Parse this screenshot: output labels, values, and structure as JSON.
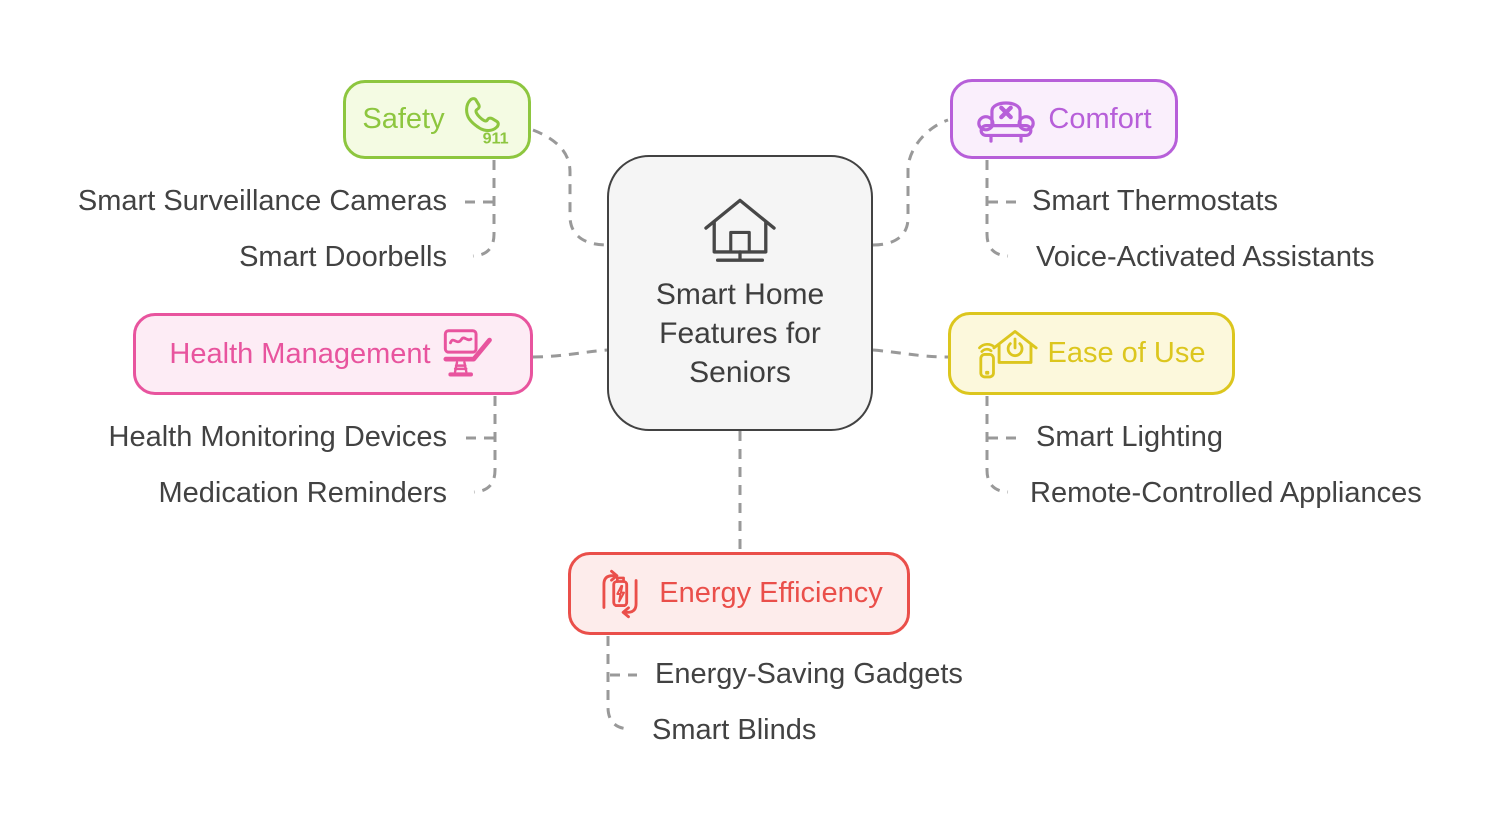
{
  "center": {
    "label": "Smart Home Features for Seniors",
    "icon": "smart-home-network-icon"
  },
  "branches": [
    {
      "label": "Safety",
      "icon": "phone-911-icon",
      "icon_label": "911",
      "accent_color": "#8dc63f",
      "fill_color": "#f4fbe3",
      "children": [
        "Smart Surveillance Cameras",
        "Smart Doorbells"
      ]
    },
    {
      "label": "Comfort",
      "icon": "armchair-icon",
      "accent_color": "#b75fd9",
      "fill_color": "#faeffc",
      "children": [
        "Smart Thermostats",
        "Voice-Activated Assistants"
      ]
    },
    {
      "label": "Health Management",
      "icon": "exam-chair-monitor-icon",
      "accent_color": "#e8549e",
      "fill_color": "#fdecf5",
      "children": [
        "Health Monitoring Devices",
        "Medication Reminders"
      ]
    },
    {
      "label": "Ease of Use",
      "icon": "smart-home-remote-icon",
      "accent_color": "#dcc61e",
      "fill_color": "#fcf8dc",
      "children": [
        "Smart Lighting",
        "Remote-Controlled Appliances"
      ]
    },
    {
      "label": "Energy Efficiency",
      "icon": "battery-recycle-icon",
      "accent_color": "#ea4f4a",
      "fill_color": "#fdeceb",
      "children": [
        "Energy-Saving Gadgets",
        "Smart Blinds"
      ]
    }
  ],
  "colors": {
    "center_border": "#424242",
    "center_fill": "#f5f5f5",
    "leaf_text": "#424242",
    "connector": "#999999",
    "background": "#ffffff"
  }
}
